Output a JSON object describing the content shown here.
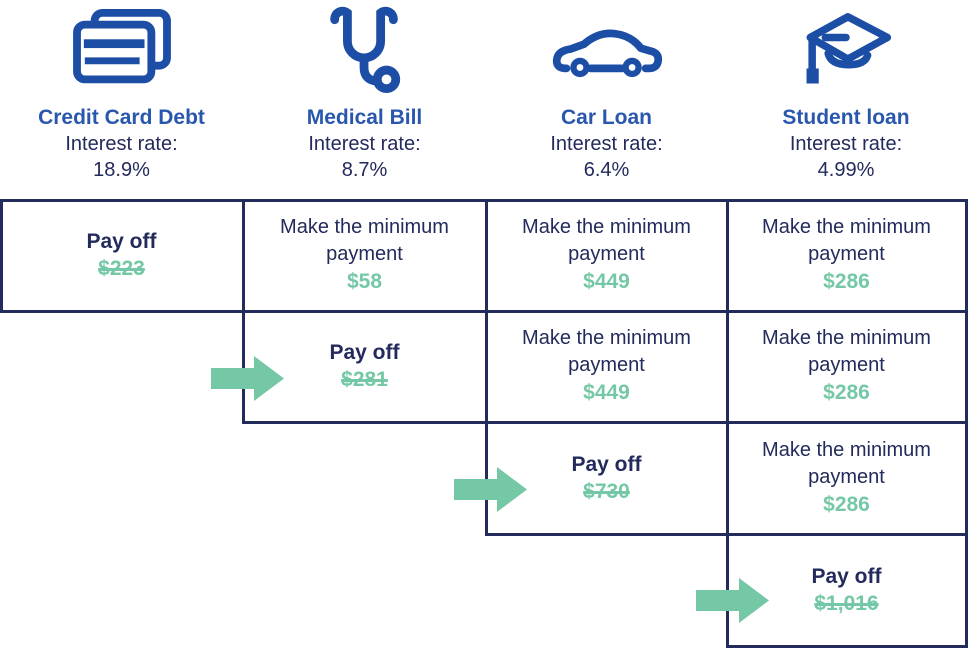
{
  "palette": {
    "navy": "#232A5C",
    "blue": "#2A57AE",
    "icon_blue": "#1D4EA6",
    "green": "#75C8A6",
    "background": "#FFFFFF"
  },
  "header": {
    "columns": [
      {
        "icon": "credit-card-icon",
        "title": "Credit Card Debt",
        "interest_label": "Interest rate:",
        "interest_rate": "18.9%"
      },
      {
        "icon": "stethoscope-icon",
        "title": "Medical Bill",
        "interest_label": "Interest rate:",
        "interest_rate": "8.7%"
      },
      {
        "icon": "car-icon",
        "title": "Car Loan",
        "interest_label": "Interest rate:",
        "interest_rate": "6.4%"
      },
      {
        "icon": "graduation-cap-icon",
        "title": "Student loan",
        "interest_label": "Interest rate:",
        "interest_rate": "4.99%"
      }
    ]
  },
  "table": {
    "rows": [
      {
        "cells": [
          {
            "column": "Credit Card Debt",
            "label": "Pay off",
            "amount": "$223",
            "paid_off": true,
            "arrow": false
          },
          {
            "column": "Medical Bill",
            "label": "Make the minimum payment",
            "amount": "$58",
            "paid_off": false,
            "arrow": false
          },
          {
            "column": "Car Loan",
            "label": "Make the minimum payment",
            "amount": "$449",
            "paid_off": false,
            "arrow": false
          },
          {
            "column": "Student loan",
            "label": "Make the minimum payment",
            "amount": "$286",
            "paid_off": false,
            "arrow": false
          }
        ]
      },
      {
        "cells": [
          {
            "column": "Medical Bill",
            "label": "Pay off",
            "amount": "$281",
            "paid_off": true,
            "arrow": true
          },
          {
            "column": "Car Loan",
            "label": "Make the minimum payment",
            "amount": "$449",
            "paid_off": false,
            "arrow": false
          },
          {
            "column": "Student loan",
            "label": "Make the minimum payment",
            "amount": "$286",
            "paid_off": false,
            "arrow": false
          }
        ]
      },
      {
        "cells": [
          {
            "column": "Car Loan",
            "label": "Pay off",
            "amount": "$730",
            "paid_off": true,
            "arrow": true
          },
          {
            "column": "Student loan",
            "label": "Make the minimum payment",
            "amount": "$286",
            "paid_off": false,
            "arrow": false
          }
        ]
      },
      {
        "cells": [
          {
            "column": "Student loan",
            "label": "Pay off",
            "amount": "$1,016",
            "paid_off": true,
            "arrow": true
          }
        ]
      }
    ]
  }
}
